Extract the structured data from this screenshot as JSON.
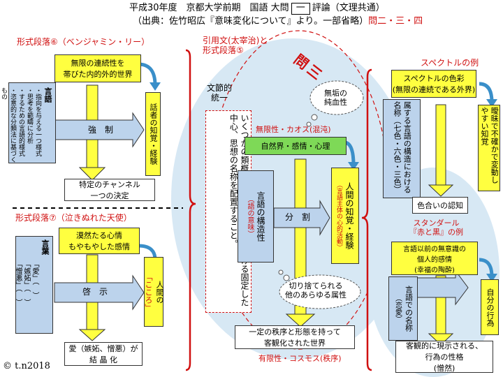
{
  "header": {
    "line1": "平成30年度　京都大学前期　国語 大問",
    "num": "一",
    "line1b": "評論（文理共通）",
    "line2": "（出典：佐竹昭広『意味変化について』より。一部省略）",
    "line2b": "問二・三・四"
  },
  "left_top": {
    "heading": "形式段落⑥（ベンジャミン・リー）",
    "top_box": "無限の連続性を\n帯びた内的外的世界",
    "lang_title": "言語",
    "lang_lines": [
      "・指向を与える一つ様式",
      "・思考を範疇に分析",
      "・するための言語的様式",
      "・恣意的な分類法に基づくもの"
    ],
    "arrow_label": "強　制",
    "bottom_box": "特定のチャンネル\n一つの決定",
    "side_box": "話者の知覚・経験"
  },
  "left_bottom": {
    "heading": "形式段落⑦（泣きぬれた天使）",
    "top_box": "漠然たる心情\nもやもやした感情",
    "lang_title": "言葉",
    "lang_lines": [
      "「愛」（　）",
      "「嫉妬」（　）",
      "「憎悪」（　）"
    ],
    "arrow_label": "啓　示",
    "bottom_box": "愛（嫉妬、憎悪）が\n結 晶 化",
    "side_title": "人間の",
    "side_kokoro": "「こころ」"
  },
  "copyright": "© t.n2018",
  "middle": {
    "quote_heading": "引用文(太宰治)と\n形式段落⑤",
    "mon3": "問三",
    "bunsetsu": "文節的\n統一",
    "bunsetsu_body": "いくつかの類概念に区切り、そこにおける固定した中心、思想の名称を配置すること。",
    "cloud1": "無垢の\n純血性",
    "mugen": "無限性・カオス(混沌)",
    "nature_box": "自然界・感情・心理",
    "lang_struct": "言語の構造性",
    "lang_meaning": "（語の意味）",
    "bunkatsu": "分　割",
    "human_box": "人間の知覚・経験",
    "human_sub": "（言語主体の心的活動）",
    "cloud2": "切り捨てられる\n他のあらゆる属性",
    "bottom_box": "一定の秩序と形態を持って\n客観化された世界",
    "yugen": "有限性・コスモス(秩序)"
  },
  "right": {
    "heading1": "スペクトルの例",
    "top_box": "スペクトルの色彩\n(無限の連続である外界)",
    "color_name": "属する言語の構造における名称（七色・六色・三色）",
    "amb": "曖昧で不確かで変動しやすい知覚",
    "color_rec": "色合いの認知",
    "heading2": "スタンダール\n『赤と黒』の例",
    "feel_box": "言語以前の無意識の\n個人的感情\n(幸福の陶酔)",
    "name_box": "言語での名称",
    "name_sub": "（恋愛）",
    "own_act": "自分の行為",
    "bottom_box": "客観的に現示される、\n行為の性格\n(憎然)"
  }
}
